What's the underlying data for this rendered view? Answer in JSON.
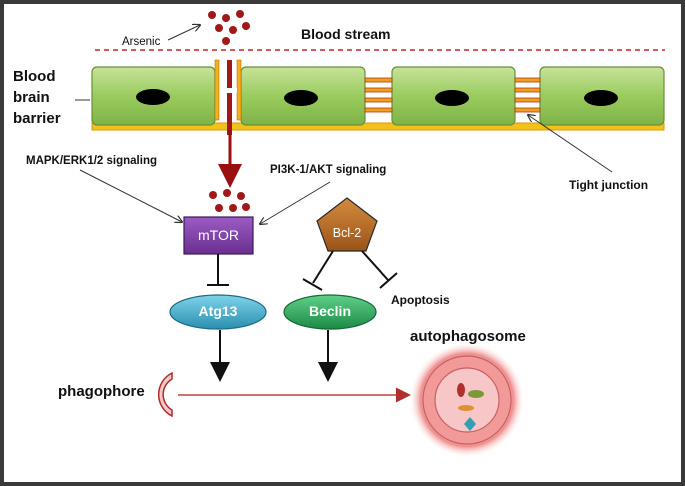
{
  "labels": {
    "arsenic": "Arsenic",
    "blood_stream": "Blood stream",
    "bbb_line1": "Blood",
    "bbb_line2": "brain",
    "bbb_line3": "barrier",
    "mapk": "MAPK/ERK1/2 signaling",
    "pi3k": "PI3K-1/AKT signaling",
    "tight_junction": "Tight junction",
    "mtor": "mTOR",
    "bcl2": "Bcl-2",
    "atg13": "Atg13",
    "beclin": "Beclin",
    "apoptosis": "Apoptosis",
    "autophagosome": "autophagosome",
    "phagophore": "phagophore"
  },
  "colors": {
    "arsenic_dot": "#a01818",
    "cell_fill": "#92c45a",
    "cell_border": "#7a9a3a",
    "junction": "#f0a020",
    "dashed_line": "#cc2222",
    "mtor": "#7b3fa0",
    "bcl2": "#b5651d",
    "atg13": "#39a7c7",
    "beclin": "#2ea05a",
    "autophagosome": "#f2a0a0",
    "phagophore_arrow": "#c04040"
  }
}
